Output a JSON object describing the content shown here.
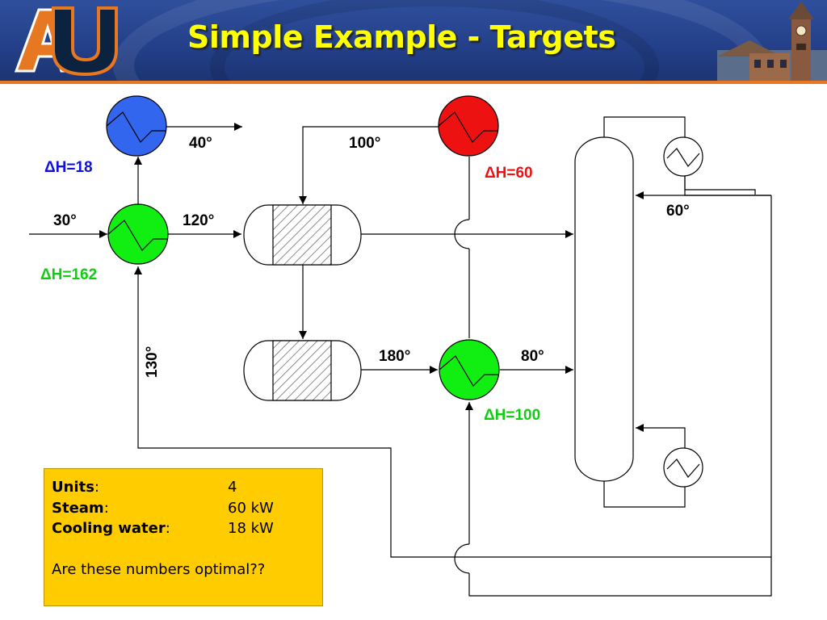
{
  "slide": {
    "title": "Simple Example - Targets"
  },
  "logo": {
    "text": "AU"
  },
  "diagram": {
    "labels": {
      "cooler_outlet_temp": "40°",
      "hot_inlet_temp": "100°",
      "cooler_duty": "ΔH=18",
      "heater_duty": "ΔH=60",
      "feed_temp": "30°",
      "preheat_outlet_temp": "120°",
      "reflux_temp": "60°",
      "exchanger1_duty": "ΔH=162",
      "bottoms_return_temp": "130°",
      "exchanger2_inlet_temp": "180°",
      "exchanger2_outlet_temp": "80°",
      "exchanger2_duty": "ΔH=100"
    },
    "colors": {
      "cooler": "#3366ee",
      "heater": "#ee1111",
      "exchanger": "#11ee11",
      "cooler_text": "#1111dd",
      "heater_text": "#ee1111",
      "exchanger_text": "#11cc11"
    }
  },
  "info": {
    "units_label": "Units",
    "units_value": "4",
    "steam_label": "Steam",
    "steam_value": "60 kW",
    "cooling_label": "Cooling water",
    "cooling_value": "18 kW",
    "question": "Are these numbers optimal??",
    "box_color": "#ffcc00"
  }
}
